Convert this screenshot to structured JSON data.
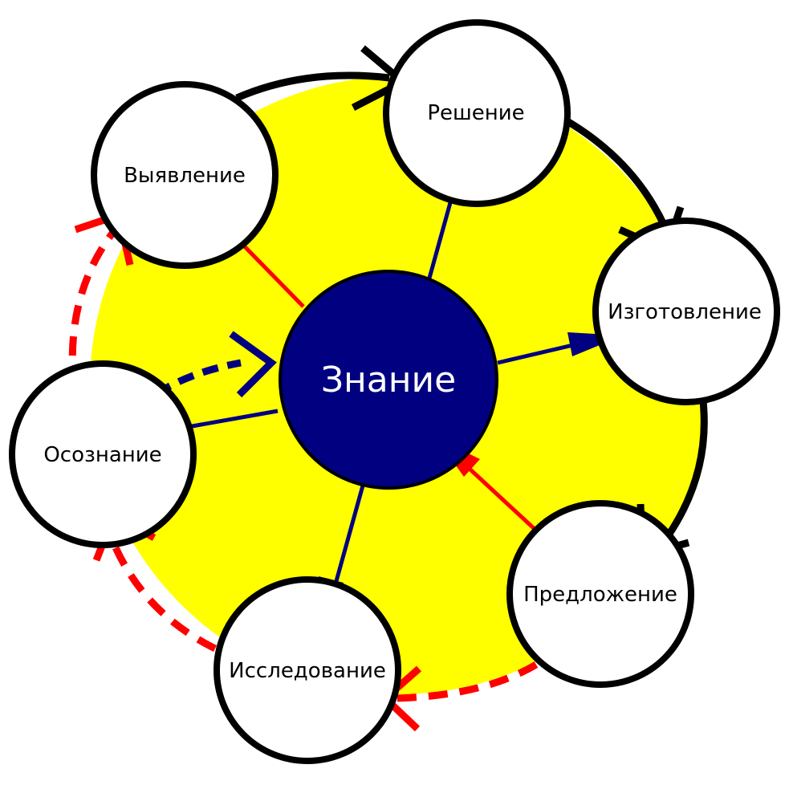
{
  "colors": {
    "background": "#ffffff",
    "cycle_fill": "#ffff00",
    "outline": "#000000",
    "center_fill": "#000080",
    "center_text": "#ffffff",
    "blue_arrow": "#000080",
    "red_arrow": "#ff0000",
    "node_fill": "#ffffff"
  },
  "center": {
    "label": "Знание"
  },
  "nodes": {
    "reshenie": "Решение",
    "vyyavlenie": "Выявление",
    "izgotovlenie": "Изготовление",
    "osoznanie": "Осознание",
    "predlozhenie": "Предложение",
    "issledovanie": "Исследование"
  }
}
